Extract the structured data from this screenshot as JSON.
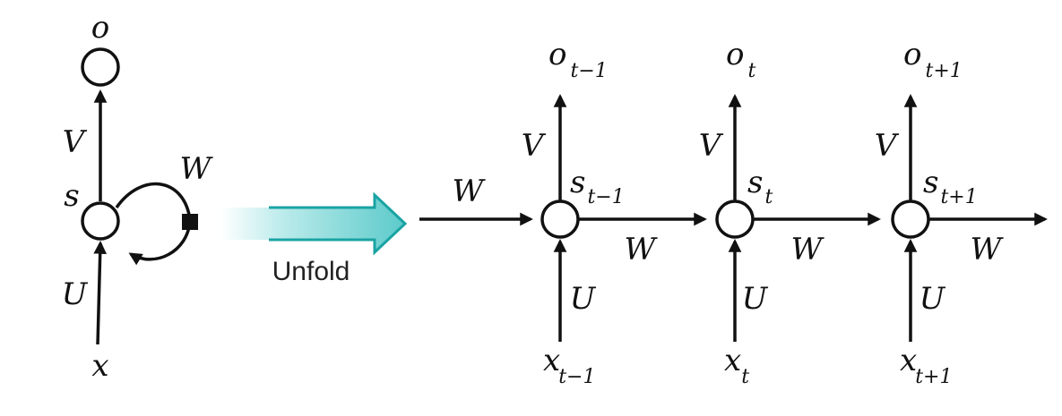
{
  "folded": {
    "output": "o",
    "state": "s",
    "input": "x",
    "weight_v": "V",
    "weight_u": "U",
    "weight_w": "W"
  },
  "unfold_label": "Unfold",
  "incoming_w": "W",
  "steps": [
    {
      "o_base": "o",
      "o_sub": "t−1",
      "s_base": "s",
      "s_sub": "t−1",
      "x_base": "x",
      "x_sub": "t−1",
      "v": "V",
      "u": "U",
      "w_out": "W"
    },
    {
      "o_base": "o",
      "o_sub": "t",
      "s_base": "s",
      "s_sub": "t",
      "x_base": "x",
      "x_sub": "t",
      "v": "V",
      "u": "U",
      "w_out": "W"
    },
    {
      "o_base": "o",
      "o_sub": "t+1",
      "s_base": "s",
      "s_sub": "t+1",
      "x_base": "x",
      "x_sub": "t+1",
      "v": "V",
      "u": "U",
      "w_out": "W"
    }
  ],
  "colors": {
    "ink": "#111111",
    "unfold_arrow_fill": "#7fd6d6",
    "unfold_arrow_stroke": "#1aa3a3"
  }
}
